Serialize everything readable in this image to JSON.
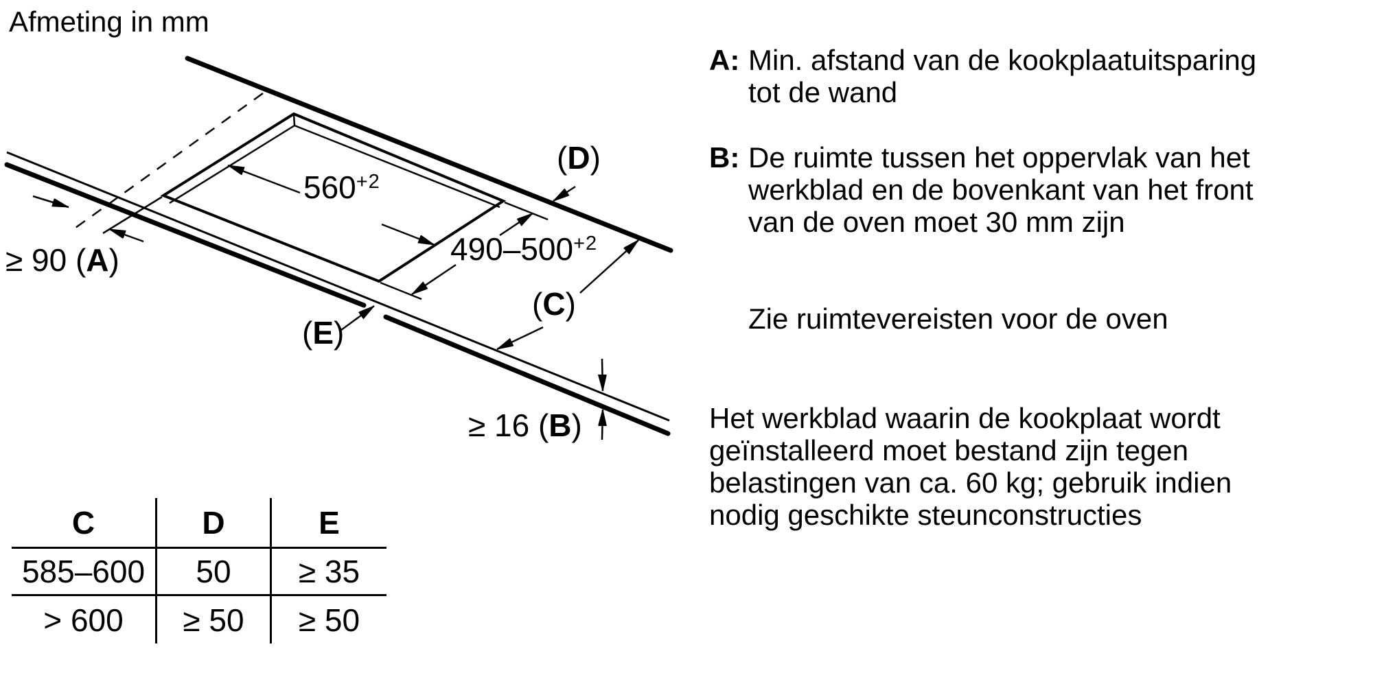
{
  "title": "Afmeting in mm",
  "diagram": {
    "dim_width": {
      "value": "560",
      "sup": "+2"
    },
    "dim_depth": {
      "value": "490–500",
      "sup": "+2"
    },
    "dim_a": {
      "prefix": "≥ 90 (",
      "letter": "A",
      "suffix": ")"
    },
    "dim_b": {
      "prefix": "≥ 16 (",
      "letter": "B",
      "suffix": ")"
    },
    "label_c": {
      "prefix": "(",
      "letter": "C",
      "suffix": ")"
    },
    "label_d": {
      "prefix": "(",
      "letter": "D",
      "suffix": ")"
    },
    "label_e": {
      "prefix": "(",
      "letter": "E",
      "suffix": ")"
    }
  },
  "table": {
    "headers": [
      "C",
      "D",
      "E"
    ],
    "rows": [
      [
        "585–600",
        "50",
        "≥ 35"
      ],
      [
        "> 600",
        "≥ 50",
        "≥ 50"
      ]
    ]
  },
  "annotations": {
    "a_label": "A:",
    "a_lines": [
      "Min. afstand van de kookplaatuitsparing",
      "tot de wand"
    ],
    "b_label": "B:",
    "b_lines": [
      "De ruimte tussen het oppervlak van het",
      "werkblad en de bovenkant van het front",
      "van de oven moet 30 mm zijn"
    ],
    "note": "Zie ruimtevereisten voor de oven",
    "load_lines": [
      "Het werkblad waarin de kookplaat wordt",
      "geïnstalleerd moet bestand zijn tegen",
      "belastingen van ca. 60 kg; gebruik indien",
      "nodig geschikte steunconstructies"
    ]
  },
  "colors": {
    "ink": "#000000",
    "background": "#ffffff"
  }
}
